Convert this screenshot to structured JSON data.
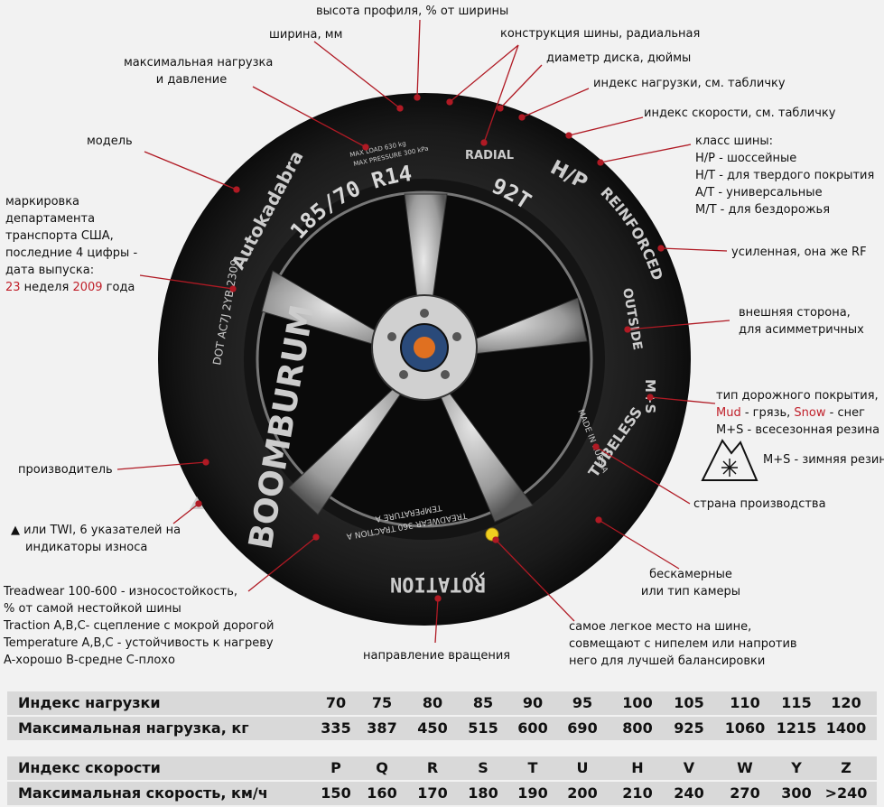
{
  "tire": {
    "size": "185/70 R14",
    "load_speed": "92T",
    "radial": "RADIAL",
    "class": "H/P",
    "reinforced": "REINFORCED",
    "outside": "OUTSIDE",
    "ms": "M+S",
    "made_in": "MADE IN RUSSIA",
    "tubeless": "TUBELESS",
    "rotation": "ROTATION",
    "treadwear": "TREADWEAR 360 TRACTION A",
    "temperature": "TEMPERATURE A",
    "brand": "BOOMBURUM",
    "model": "Autokadabra",
    "dot": "DOT AC7J 2YB 2309",
    "max_load": "MAX LOAD 630 kg",
    "max_pressure": "MAX PRESSURE 300 kPa"
  },
  "labels": {
    "profile": "высота профиля, % от ширины",
    "width": "ширина, мм",
    "construction": "конструкция шины, радиальная",
    "rim": "диаметр диска, дюймы",
    "load_idx": "индекс нагрузки, см. табличку",
    "speed_idx": "индекс скорости, см. табличку",
    "max_load_1": "максимальная нагрузка",
    "max_load_2": "и давление",
    "model": "модель",
    "dot_1": "маркировка",
    "dot_2": "департамента",
    "dot_3": "транспорта США,",
    "dot_4": "последние 4 цифры -",
    "dot_5": "дата выпуска:",
    "dot_6a": "23",
    "dot_6b": " неделя ",
    "dot_6c": "2009",
    "dot_6d": " года",
    "class_1": "класс шины:",
    "class_2": "H/P - шоссейные",
    "class_3": "H/T - для твердого покрытия",
    "class_4": "A/T - универсальные",
    "class_5": "M/T - для бездорожья",
    "rf": "усиленная, она же RF",
    "outside_1": "внешняя сторона,",
    "outside_2": "для асимметричных",
    "road_1": "тип дорожного покрытия,",
    "road_2a": "Mud",
    "road_2b": " - грязь, ",
    "road_2c": "Snow",
    "road_2d": " - снег",
    "road_3": "M+S - всесезонная резина",
    "road_4": "M+S - зимняя резина",
    "producer": "производитель",
    "twi_1": "▲ или TWI, 6 указателей на",
    "twi_2": "индикаторы износа",
    "country": "страна производства",
    "tubeless_1": "бескамерные",
    "tubeless_2": "или тип камеры",
    "tw_1": "Treadwear 100-600 - износостойкость,",
    "tw_2": "% от самой нестойкой шины",
    "tw_3": "Traction A,B,C- сцепление с мокрой дорогой",
    "tw_4": "Temperature A,B,C - устойчивость к нагреву",
    "tw_5": "A-хорошо B-средне C-плохо",
    "direction": "направление вращения",
    "light_1": "самое легкое место на шине,",
    "light_2": "совмещают с нипелем или напротив",
    "light_3": "него для лучшей балансировки"
  },
  "load_table": {
    "header_label": "Индекс нагрузки",
    "value_label": "Максимальная нагрузка, кг",
    "indices": [
      "70",
      "75",
      "80",
      "85",
      "90",
      "95",
      "100",
      "105",
      "110",
      "115",
      "120"
    ],
    "values": [
      "335",
      "387",
      "450",
      "515",
      "600",
      "690",
      "800",
      "925",
      "1060",
      "1215",
      "1400"
    ]
  },
  "speed_table": {
    "header_label": "Индекс скорости",
    "value_label": "Максимальная скорость, км/ч",
    "indices": [
      "P",
      "Q",
      "R",
      "S",
      "T",
      "U",
      "H",
      "V",
      "W",
      "Y",
      "Z"
    ],
    "values": [
      "150",
      "160",
      "170",
      "180",
      "190",
      "200",
      "210",
      "240",
      "270",
      "300",
      ">240"
    ]
  },
  "colors": {
    "accent": "#c0202a",
    "tire": "#1c1c1c",
    "sidewall_text": "#d8d8d8",
    "marker": "#f0d020"
  }
}
